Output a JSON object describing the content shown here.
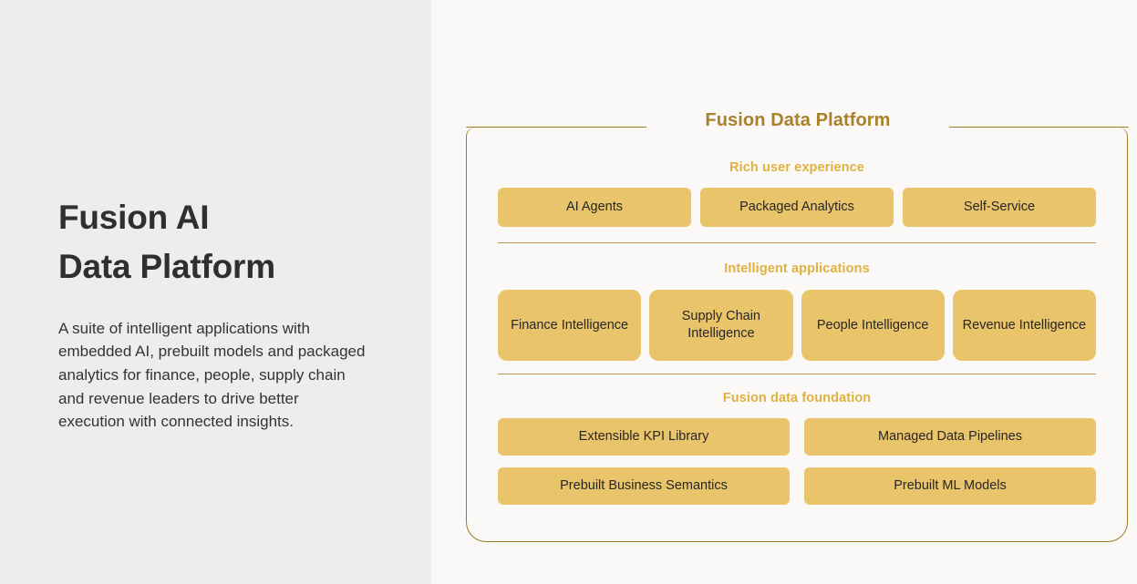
{
  "left": {
    "headline_line1": "Fusion AI",
    "headline_line2": "Data Platform",
    "description": " A suite of intelligent applications with embedded AI, prebuilt models and packaged analytics for finance, people, supply chain and revenue leaders to drive better execution with connected insights."
  },
  "diagram": {
    "title": "Fusion Data Platform",
    "tiers": [
      {
        "label": "Rich user experience",
        "rows": [
          [
            "AI Agents",
            "Packaged Analytics",
            "Self-Service"
          ]
        ]
      },
      {
        "label": "Intelligent applications",
        "rows": [
          [
            "Finance Intelligence",
            "Supply Chain Intelligence",
            "People Intelligence",
            "Revenue Intelligence"
          ]
        ]
      },
      {
        "label": "Fusion data foundation",
        "rows": [
          [
            "Extensible KPI Library",
            "Managed Data Pipelines"
          ],
          [
            "Prebuilt Business Semantics",
            "Prebuilt ML Models"
          ]
        ]
      }
    ]
  },
  "colors": {
    "card_fill": "#eac46b",
    "card_text": "#262626",
    "title_gold": "#a8812a",
    "label_gold": "#e0b140",
    "border_gold": "#9d7d24",
    "left_bg": "#eeedeb",
    "right_bg": "#faf9f7",
    "headline_text": "#2f2f2f"
  }
}
